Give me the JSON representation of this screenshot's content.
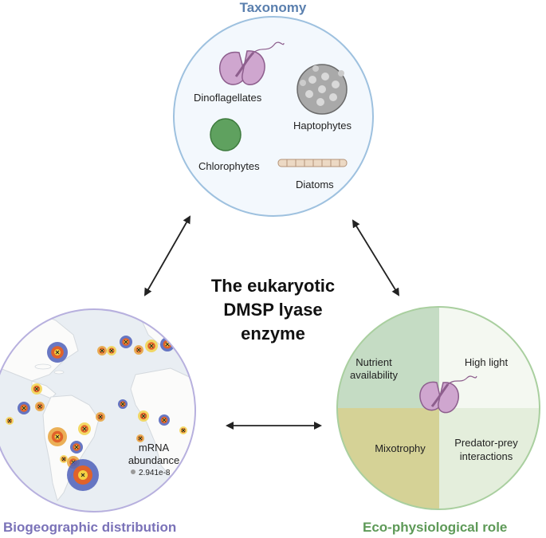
{
  "center_title": {
    "line1": "The eukaryotic",
    "line2": "DMSP lyase",
    "line3": "enzyme"
  },
  "taxonomy": {
    "title": "Taxonomy",
    "groups": [
      "Dinoflagellates",
      "Haptophytes",
      "Chlorophytes",
      "Diatoms"
    ]
  },
  "biogeography": {
    "title": "Biogeographic distribution",
    "legend_label_line1": "mRNA",
    "legend_label_line2": "abundance",
    "legend_value": "2.941e-8"
  },
  "eco_physiology": {
    "title": "Eco-physiological role",
    "quadrants": {
      "top_left_line1": "Nutrient",
      "top_left_line2": "availability",
      "top_right": "High light",
      "bottom_left": "Mixotrophy",
      "bottom_right_line1": "Predator-prey",
      "bottom_right_line2": "interactions"
    }
  },
  "colors": {
    "taxonomy_accent": "#5a7fae",
    "biogeography_accent": "#7a72b8",
    "eco_accent": "#5e9a58",
    "quadrant_nutrient": "#c5dcc4",
    "quadrant_light": "#f4f8f1",
    "quadrant_mixotrophy": "#d5d296",
    "quadrant_predator": "#e4eedc",
    "dinoflagellate": "#cfa6cf",
    "chlorophyte": "#5fa15f",
    "ocean": "#e9eef3",
    "land": "#fbfbfa"
  }
}
